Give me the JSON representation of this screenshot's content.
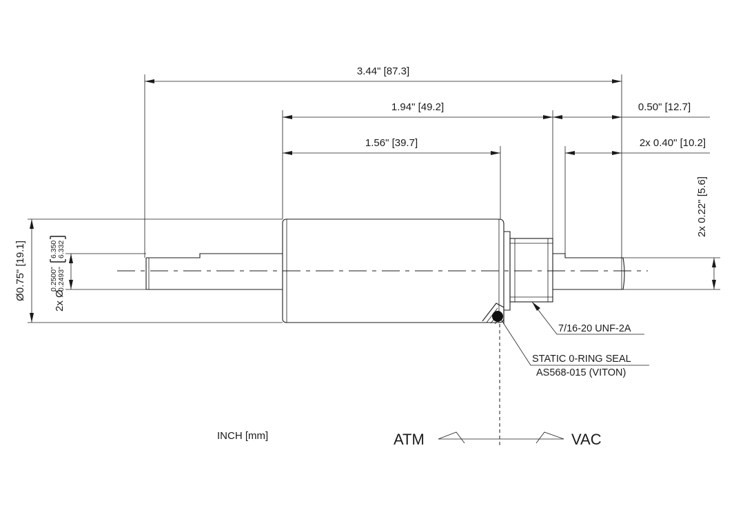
{
  "dimensions": {
    "overall_length": "3.44\" [87.3]",
    "body_to_end": "1.94\" [49.2]",
    "body_length": "1.56\" [39.7]",
    "thread_length": "0.50\" [12.7]",
    "shaft_length": "2x 0.40\" [10.2]",
    "shaft_radius": "2x 0.22\" [5.6]",
    "body_diameter": "Ø0.75\" [19.1]",
    "shaft_diameter_prefix": "2x Ø",
    "shaft_diameter_upper_in": "0.2500\"",
    "shaft_diameter_lower_in": "0.2493\"",
    "shaft_diameter_upper_mm": "6.350",
    "shaft_diameter_lower_mm": "6.332"
  },
  "notes": {
    "thread": "7/16-20 UNF-2A",
    "seal_line1": "STATIC 0-RING SEAL",
    "seal_line2": "AS568-015 (VITON)",
    "units": "INCH [mm]"
  },
  "sides": {
    "left": "ATM",
    "right": "VAC"
  }
}
